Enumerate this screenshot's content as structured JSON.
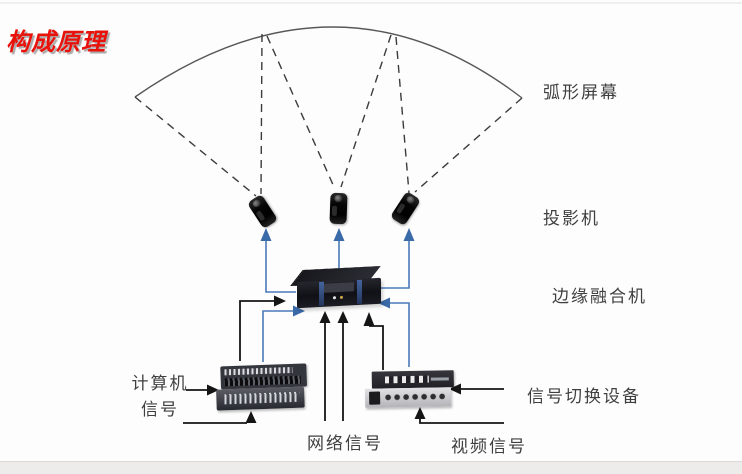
{
  "title": "构成原理",
  "labels": {
    "screen": "弧形屏幕",
    "projector": "投影机",
    "edge_blender": "边缘融合机",
    "signal_switcher": "信号切换设备",
    "computer_signal_line1": "计算机",
    "computer_signal_line2": "信号",
    "network_signal": "网络信号",
    "video_signal": "视频信号"
  },
  "colors": {
    "title_red": "#e8120b",
    "arrow_blue": "#4a7ab8",
    "arrow_black": "#151515",
    "dashed_gray": "#3c3c3e",
    "arc_gray": "#58585a",
    "footer_strip": "#edeceb"
  },
  "devices": [
    {
      "id": "projector-left",
      "type": "projector"
    },
    {
      "id": "projector-middle",
      "type": "projector"
    },
    {
      "id": "projector-right",
      "type": "projector"
    },
    {
      "id": "edge-blender",
      "type": "edge-blending-processor"
    },
    {
      "id": "computer-signal-matrix",
      "type": "rack-matrix"
    },
    {
      "id": "video-signal-switcher",
      "type": "rack-switcher"
    }
  ],
  "connections": [
    {
      "from": "computer-signal-label",
      "to": "computer-signal-matrix",
      "style": "black-arrow"
    },
    {
      "from": "computer-signal-matrix",
      "to": "edge-blender",
      "style": "black-arrow"
    },
    {
      "from": "computer-signal-matrix",
      "to": "edge-blender",
      "style": "blue-arrow"
    },
    {
      "from": "network-signal-label",
      "to": "edge-blender",
      "style": "black-arrow",
      "count": 2
    },
    {
      "from": "signal-switcher-label",
      "to": "video-signal-switcher",
      "style": "black-arrow"
    },
    {
      "from": "video-signal-label",
      "to": "video-signal-switcher",
      "style": "black-arrow"
    },
    {
      "from": "video-signal-switcher",
      "to": "edge-blender",
      "style": "black-arrow"
    },
    {
      "from": "video-signal-switcher",
      "to": "edge-blender",
      "style": "blue-arrow"
    },
    {
      "from": "edge-blender",
      "to": "projector-left",
      "style": "blue-arrow"
    },
    {
      "from": "edge-blender",
      "to": "projector-middle",
      "style": "blue-arrow"
    },
    {
      "from": "edge-blender",
      "to": "projector-right",
      "style": "blue-arrow"
    },
    {
      "from": "projectors",
      "to": "screen",
      "style": "dashed-projection-cone"
    }
  ]
}
